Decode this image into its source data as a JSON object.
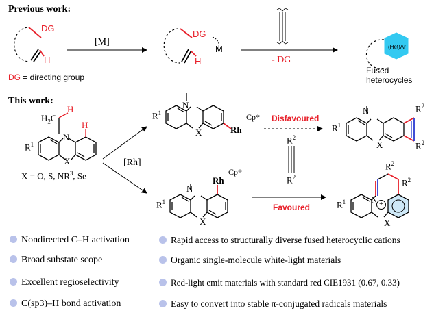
{
  "headers": {
    "previous": "Previous work:",
    "this": "This work:"
  },
  "previous": {
    "dg": "DG",
    "h": "H",
    "m": "M",
    "catalyst": "[M]",
    "minus_dg": "- DG",
    "hetar": "(Het)Ar",
    "fused": "Fused heterocycles",
    "legend_dg": "DG",
    "legend_rest": " = directing group"
  },
  "this": {
    "substrate": {
      "h2c": "H",
      "h2c_sub": "2",
      "h2c_c": "C",
      "h1": "H",
      "h2": "H",
      "n": "N",
      "r1": "R",
      "r1_sup": "1",
      "x": "X"
    },
    "x_def": "X = O, S, NR",
    "x_def_sup": "3",
    "x_def_end": ", Se",
    "rh_cat": "[Rh]",
    "top_int": {
      "r1": "R",
      "sup": "1",
      "n": "N",
      "x": "X",
      "rh": "Rh",
      "cp": "Cp*"
    },
    "bot_int": {
      "r1": "R",
      "sup": "1",
      "n": "N",
      "x": "X",
      "rh": "Rh",
      "cp": "Cp*"
    },
    "disfavoured": "Disfavoured",
    "favoured": "Favoured",
    "alkyne": {
      "r_top": "R",
      "r_top_sup": "2",
      "r_bot": "R",
      "r_bot_sup": "2"
    },
    "top_prod": {
      "r1": "R",
      "sup": "1",
      "n": "N",
      "x": "X",
      "r2a": "R",
      "r2a_sup": "2",
      "r2b": "R",
      "r2b_sup": "2"
    },
    "bot_prod": {
      "r1": "R",
      "sup": "1",
      "n": "N",
      "x": "X",
      "plus": "+",
      "r2a": "R",
      "r2a_sup": "2",
      "r2b": "R",
      "r2b_sup": "2"
    }
  },
  "bullets_left": [
    "Nondirected C–H activation",
    "Broad substate scope",
    "Excellent regioselectivity",
    "C(sp3)–H bond activation"
  ],
  "bullets_right": [
    "Rapid access to structurally diverse fused heterocyclic cations",
    "Organic single-molecule white-light materials",
    "Red-light emit materials with standard red CIE1931 (0.67, 0.33)",
    "Easy to convert into stable π-conjugated radicals materials"
  ],
  "colors": {
    "accent_red": "#e8202a",
    "hex_fill": "#33c9f1",
    "bond_blue": "#2a3bd1",
    "bullet": "#b9c2ea"
  }
}
